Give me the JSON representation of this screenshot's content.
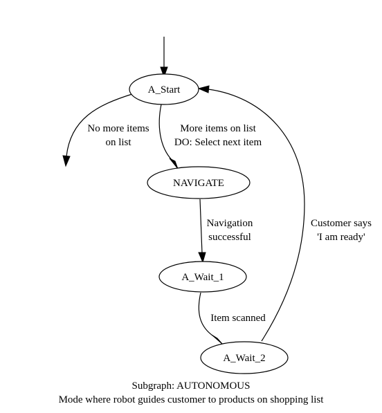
{
  "graph": {
    "caption_line_1": "Subgraph: AUTONOMOUS",
    "caption_line_2": "Mode where robot guides customer to products on shopping list"
  },
  "nodes": {
    "a_start": {
      "label": "A_Start"
    },
    "navigate": {
      "label": "NAVIGATE"
    },
    "a_wait_1": {
      "label": "A_Wait_1"
    },
    "a_wait_2": {
      "label": "A_Wait_2"
    }
  },
  "edges": {
    "entry_to_start": {
      "source": "",
      "target": "A_Start"
    },
    "start_to_exit": {
      "source": "A_Start",
      "target": "",
      "label_line_1": "No more items",
      "label_line_2": "on list"
    },
    "start_to_navigate": {
      "source": "A_Start",
      "target": "NAVIGATE",
      "label_line_1": "More items on list",
      "label_line_2": "DO: Select next item"
    },
    "navigate_to_wait_1": {
      "source": "NAVIGATE",
      "target": "A_Wait_1",
      "label_line_1": "Navigation",
      "label_line_2": "successful"
    },
    "wait_1_to_wait_2": {
      "source": "A_Wait_1",
      "target": "A_Wait_2",
      "label_line_1": "Item scanned"
    },
    "wait_2_to_start": {
      "source": "A_Wait_2",
      "target": "A_Start",
      "label_line_1": "Customer says",
      "label_line_2": "'I am ready'"
    }
  }
}
